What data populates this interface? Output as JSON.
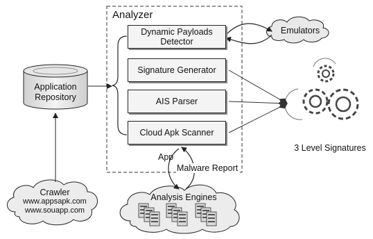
{
  "analyzer": {
    "title": "Analyzer",
    "modules": [
      "Dynamic Payloads Detector",
      "Signature Generator",
      "AIS Parser",
      "Cloud Apk Scanner"
    ]
  },
  "repository": {
    "line1": "Application",
    "line2": "Repository"
  },
  "emulators": "Emulators",
  "crawler": {
    "title": "Crawler",
    "sites": [
      "www.appsapk.com",
      "www.souapp.com"
    ]
  },
  "analysis_engines": "Analysis Engines",
  "signatures": "3 Level Signatures",
  "flows": {
    "app": "App",
    "malware_report": "Malware Report"
  }
}
